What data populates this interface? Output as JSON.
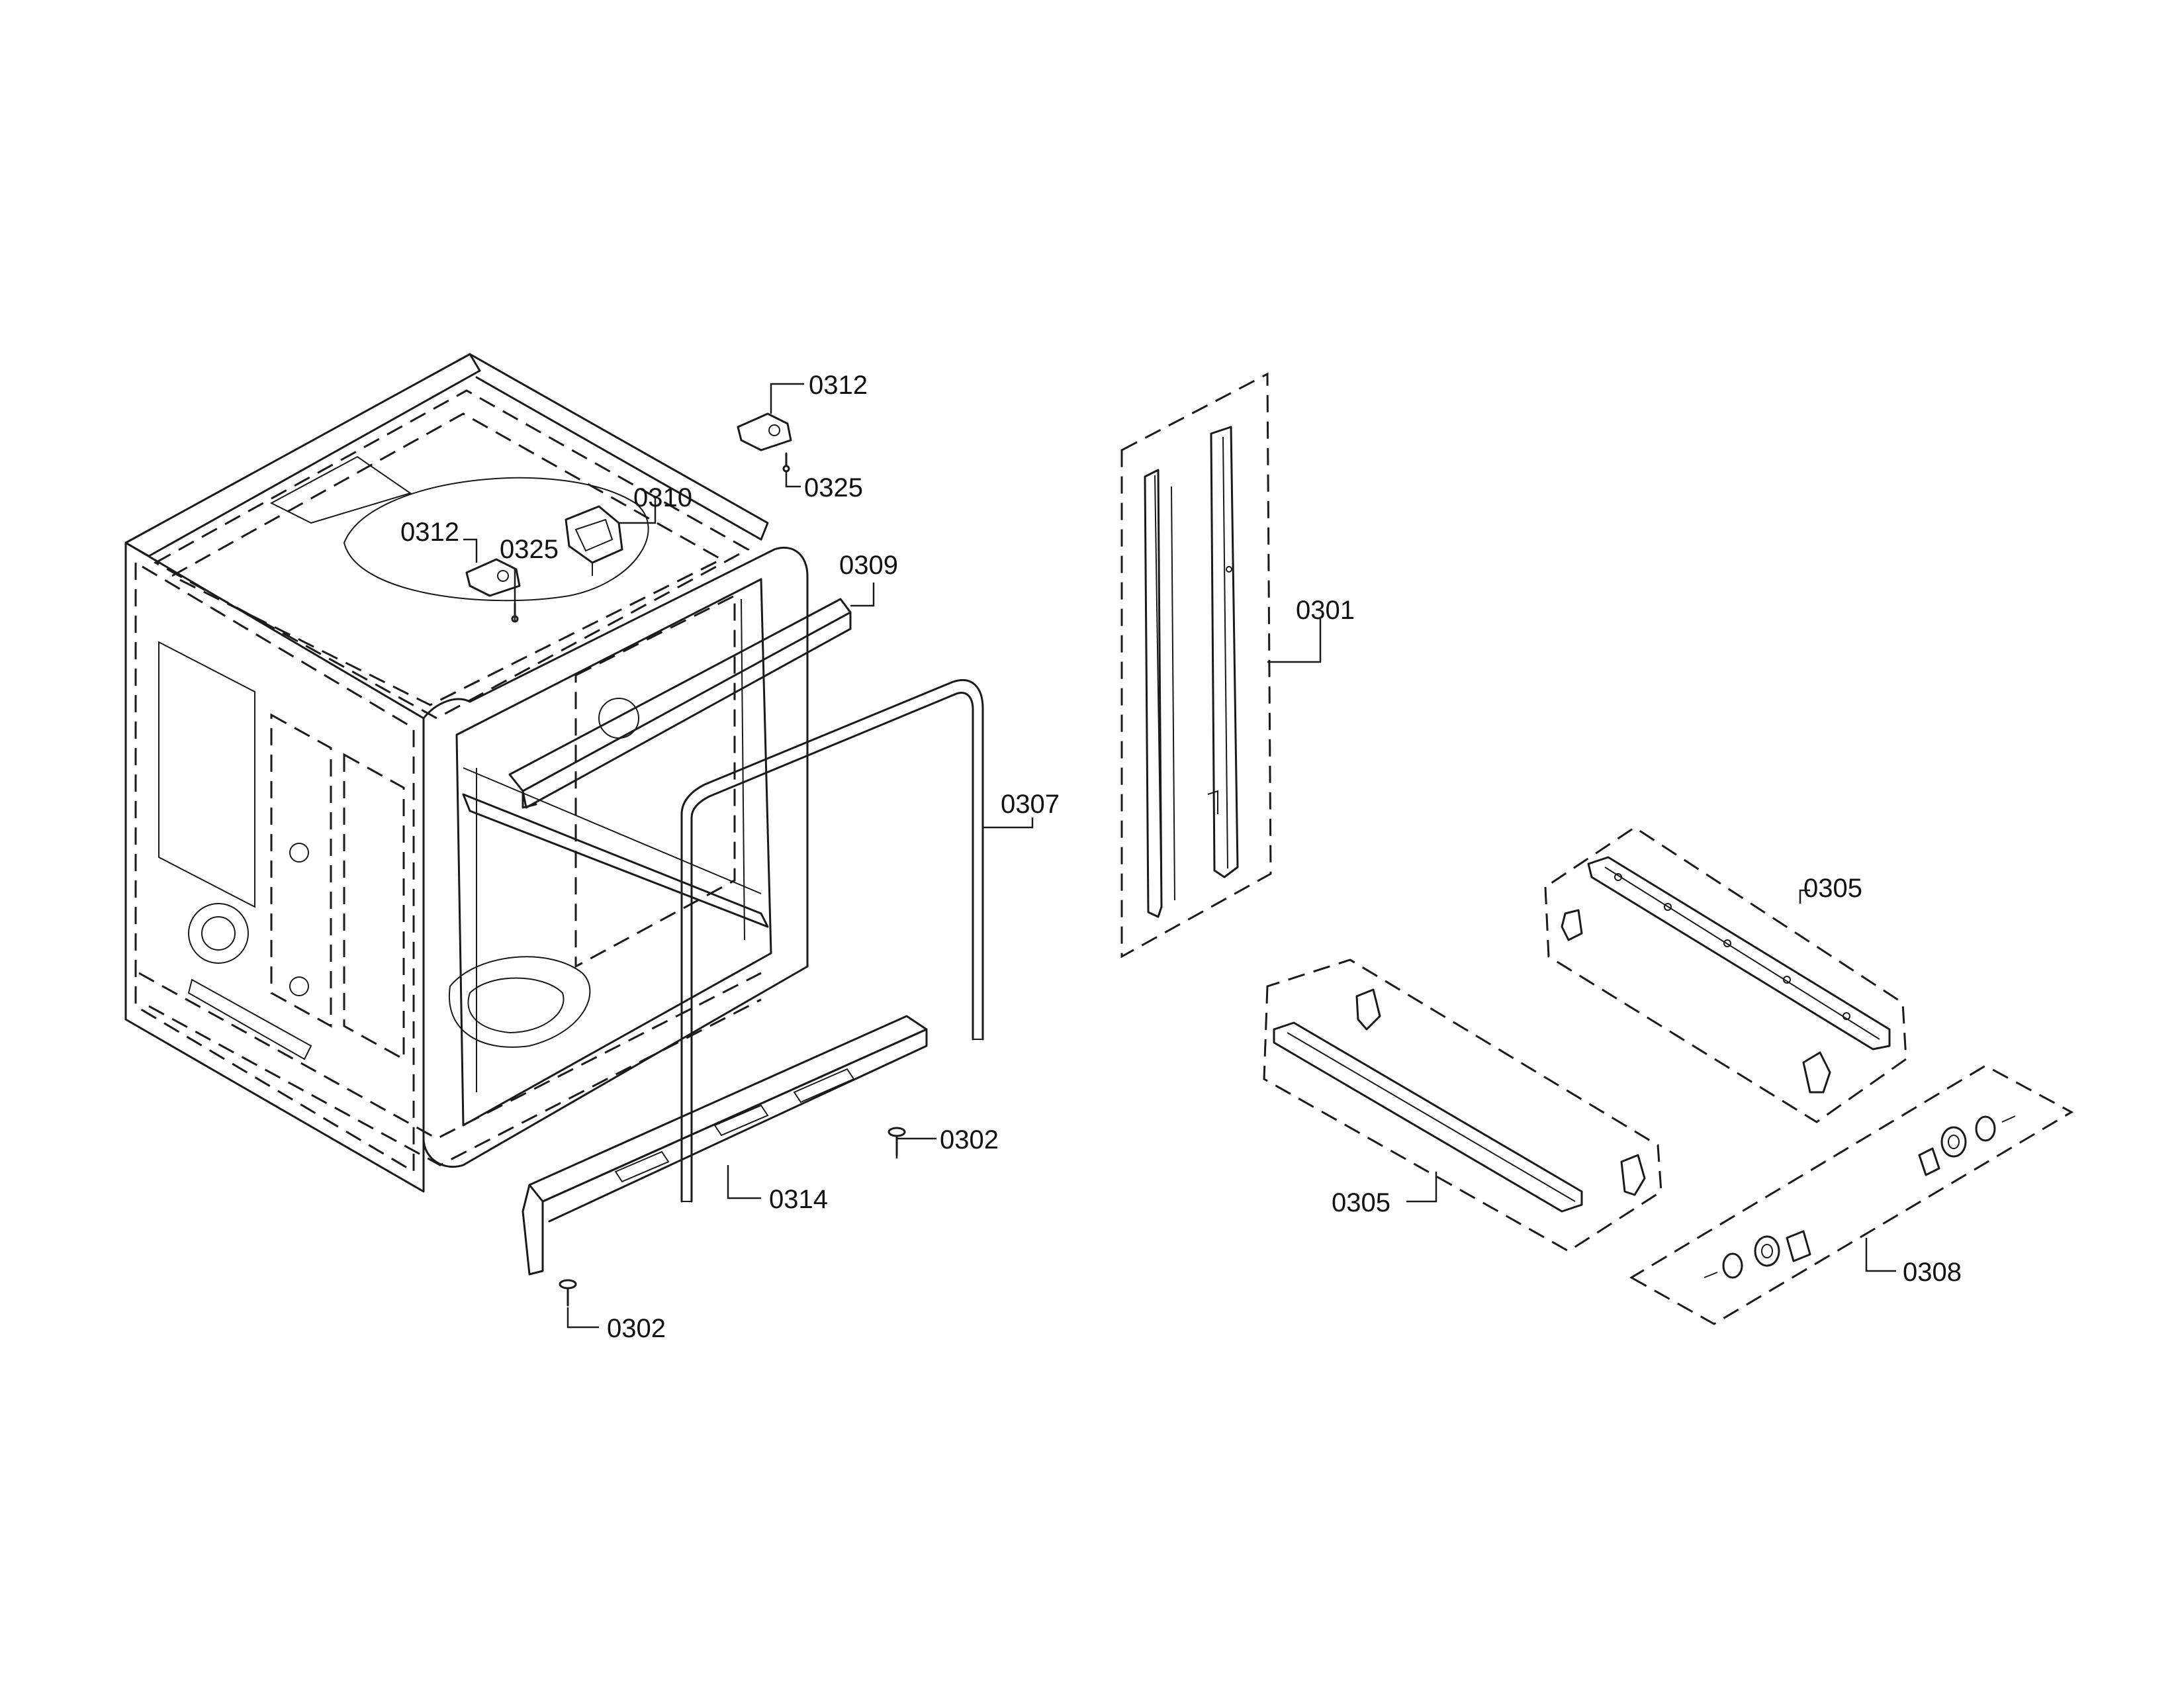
{
  "callouts": {
    "c0312_top": "0312",
    "c0325_top": "0325",
    "c0310": "0310",
    "c0312_left": "0312",
    "c0325_left": "0325",
    "c0309": "0309",
    "c0307": "0307",
    "c0302_right": "0302",
    "c0314": "0314",
    "c0302_bottom": "0302",
    "c0301": "0301",
    "c0305_upper": "0305",
    "c0305_lower": "0305",
    "c0308": "0308"
  }
}
